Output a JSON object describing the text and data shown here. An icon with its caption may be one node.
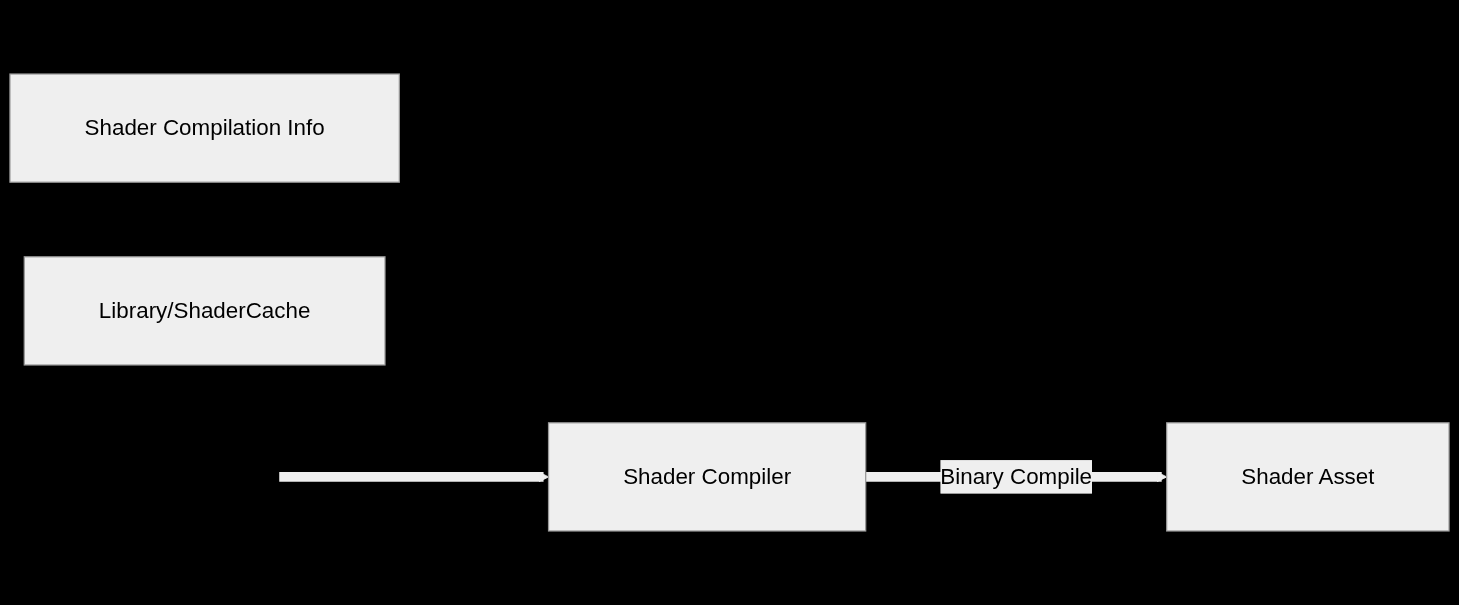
{
  "diagram": {
    "nodes": [
      {
        "text": [
          "Shader Compilation Info"
        ]
      },
      {
        "text": [
          "Shader Compiler"
        ]
      },
      {
        "text": [
          "Shader Asset"
        ]
      },
      {
        "text": [
          "Library/ShaderCache"
        ]
      }
    ],
    "edges": [
      {
        "from": null,
        "to": 1,
        "arrow": "to"
      },
      {
        "from": 1,
        "to": 2,
        "arrow": "to",
        "label": "Binary Compile"
      }
    ]
  }
}
